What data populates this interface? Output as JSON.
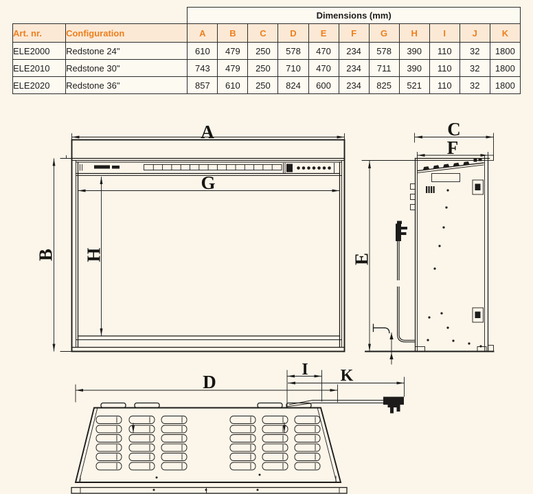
{
  "colors": {
    "page_bg": "#fbf5ea",
    "accent_orange": "#ee7f1d",
    "table_header_bg": "#fbe9d6",
    "line_color": "#1d1c1a"
  },
  "table": {
    "dimensions_title": "Dimensions (mm)",
    "columns": [
      "Art. nr.",
      "Configuration",
      "A",
      "B",
      "C",
      "D",
      "E",
      "F",
      "G",
      "H",
      "I",
      "J",
      "K"
    ],
    "rows": [
      [
        "ELE2000",
        "Redstone 24\"",
        "610",
        "479",
        "250",
        "578",
        "470",
        "234",
        "578",
        "390",
        "110",
        "32",
        "1800"
      ],
      [
        "ELE2010",
        "Redstone 30\"",
        "743",
        "479",
        "250",
        "710",
        "470",
        "234",
        "711",
        "390",
        "110",
        "32",
        "1800"
      ],
      [
        "ELE2020",
        "Redstone 36\"",
        "857",
        "610",
        "250",
        "824",
        "600",
        "234",
        "825",
        "521",
        "110",
        "32",
        "1800"
      ]
    ]
  },
  "labels": {
    "A": "A",
    "B": "B",
    "C": "C",
    "D": "D",
    "E": "E",
    "F": "F",
    "G": "G",
    "H": "H",
    "I": "I",
    "K": "K"
  }
}
